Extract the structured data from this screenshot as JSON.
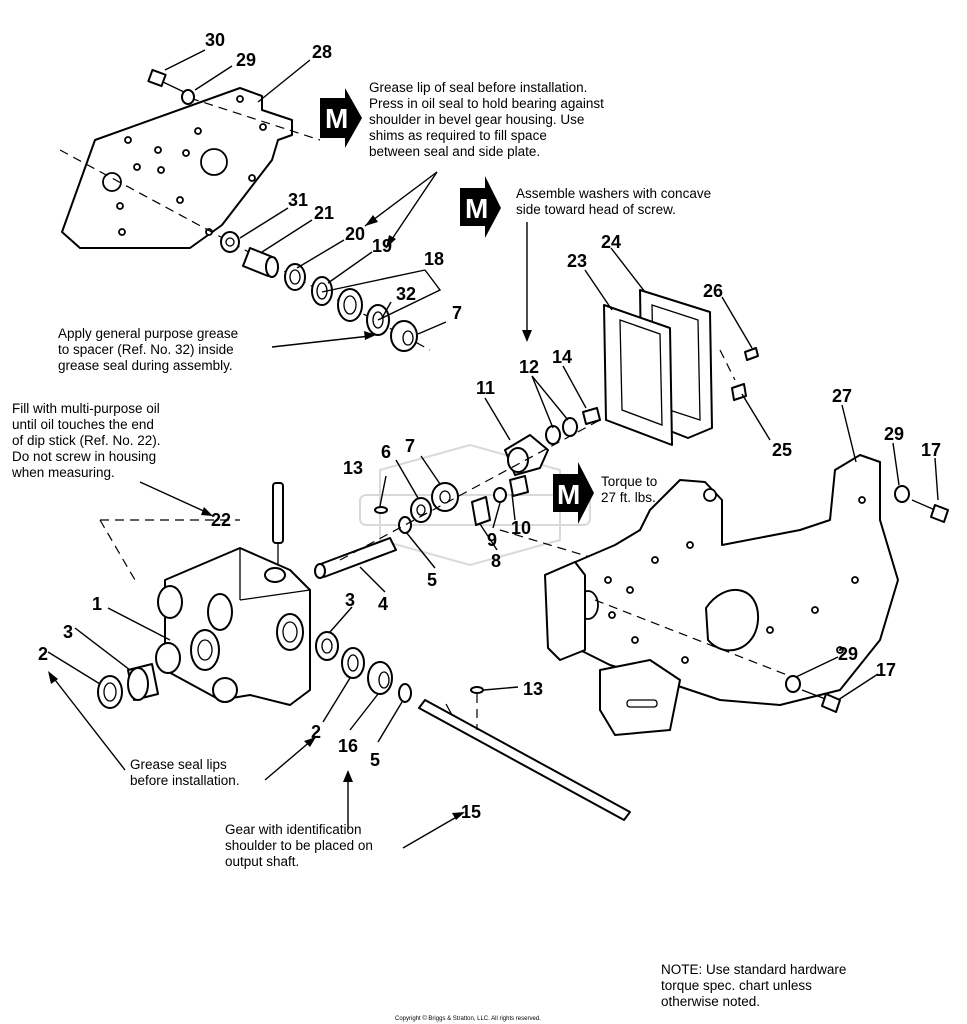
{
  "callouts": {
    "c30": "30",
    "c29a": "29",
    "c28": "28",
    "c31": "31",
    "c21": "21",
    "c20": "20",
    "c19": "19",
    "c18": "18",
    "c32": "32",
    "c7a": "7",
    "c24": "24",
    "c23": "23",
    "c26": "26",
    "c12": "12",
    "c14": "14",
    "c11": "11",
    "c25": "25",
    "c27": "27",
    "c29b": "29",
    "c17a": "17",
    "c13a": "13",
    "c6": "6",
    "c7b": "7",
    "c10": "10",
    "c9": "9",
    "c8": "8",
    "c22": "22",
    "c5a": "5",
    "c4": "4",
    "c1": "1",
    "c3a": "3",
    "c2a": "2",
    "c3b": "3",
    "c2b": "2",
    "c16": "16",
    "c5b": "5",
    "c13b": "13",
    "c15": "15",
    "c29c": "29",
    "c17b": "17"
  },
  "badges": {
    "m1": "M",
    "m2": "M",
    "m3": "M"
  },
  "notes": {
    "grease_lip": [
      "Grease lip of seal before installation.",
      "Press in oil seal to hold bearing against",
      "shoulder in bevel gear housing. Use",
      "shims as required to fill space",
      "between seal and side plate."
    ],
    "washers": [
      "Assemble washers with concave",
      "side toward head of screw."
    ],
    "spacer": [
      "Apply general purpose grease",
      "to spacer (Ref. No. 32) inside",
      "grease seal during assembly."
    ],
    "fill_oil": [
      "Fill with multi-purpose oil",
      "until oil touches the end",
      "of dip stick (Ref. No. 22).",
      "Do not screw in housing",
      "when measuring."
    ],
    "torque": [
      "Torque to",
      "27 ft. lbs."
    ],
    "seal_lips": [
      "Grease seal lips",
      "before installation."
    ],
    "gear_id": [
      "Gear with identification",
      "shoulder to be placed on",
      "output shaft."
    ],
    "hardware": [
      "NOTE: Use standard hardware",
      "torque spec. chart unless",
      "otherwise noted."
    ]
  },
  "copyright": "Copyright © Briggs & Stratton, LLC. All rights reserved."
}
